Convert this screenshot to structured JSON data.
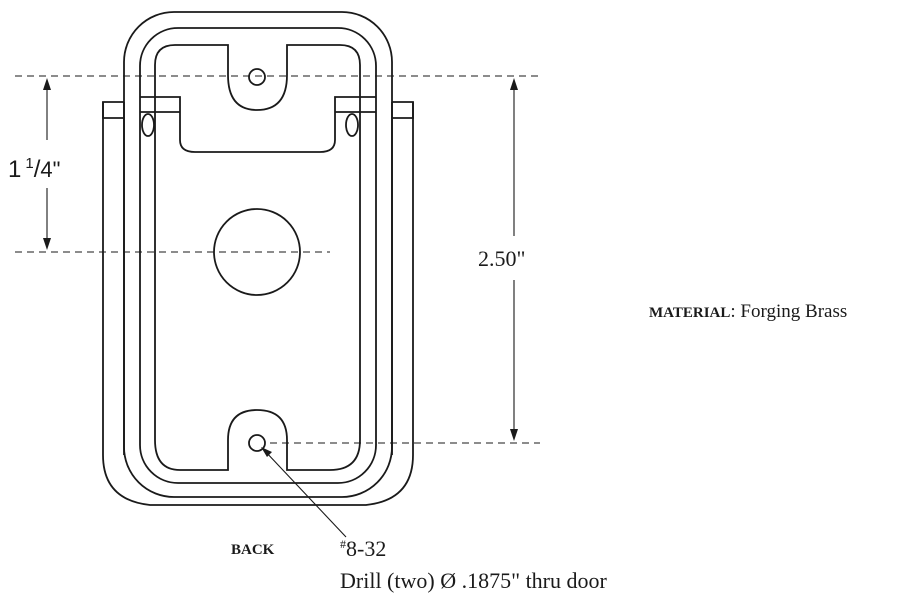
{
  "drawing": {
    "dim_left": {
      "whole": "1",
      "num": "1",
      "den": "4",
      "unit": "\""
    },
    "dim_right": "2.50\"",
    "material_label": "MATERIAL",
    "material_value": ": Forging Brass",
    "view_label": "BACK",
    "screw_hash": "#",
    "screw_size": "8-32",
    "drill_note": "Drill (two) Ø .1875\" thru door"
  }
}
